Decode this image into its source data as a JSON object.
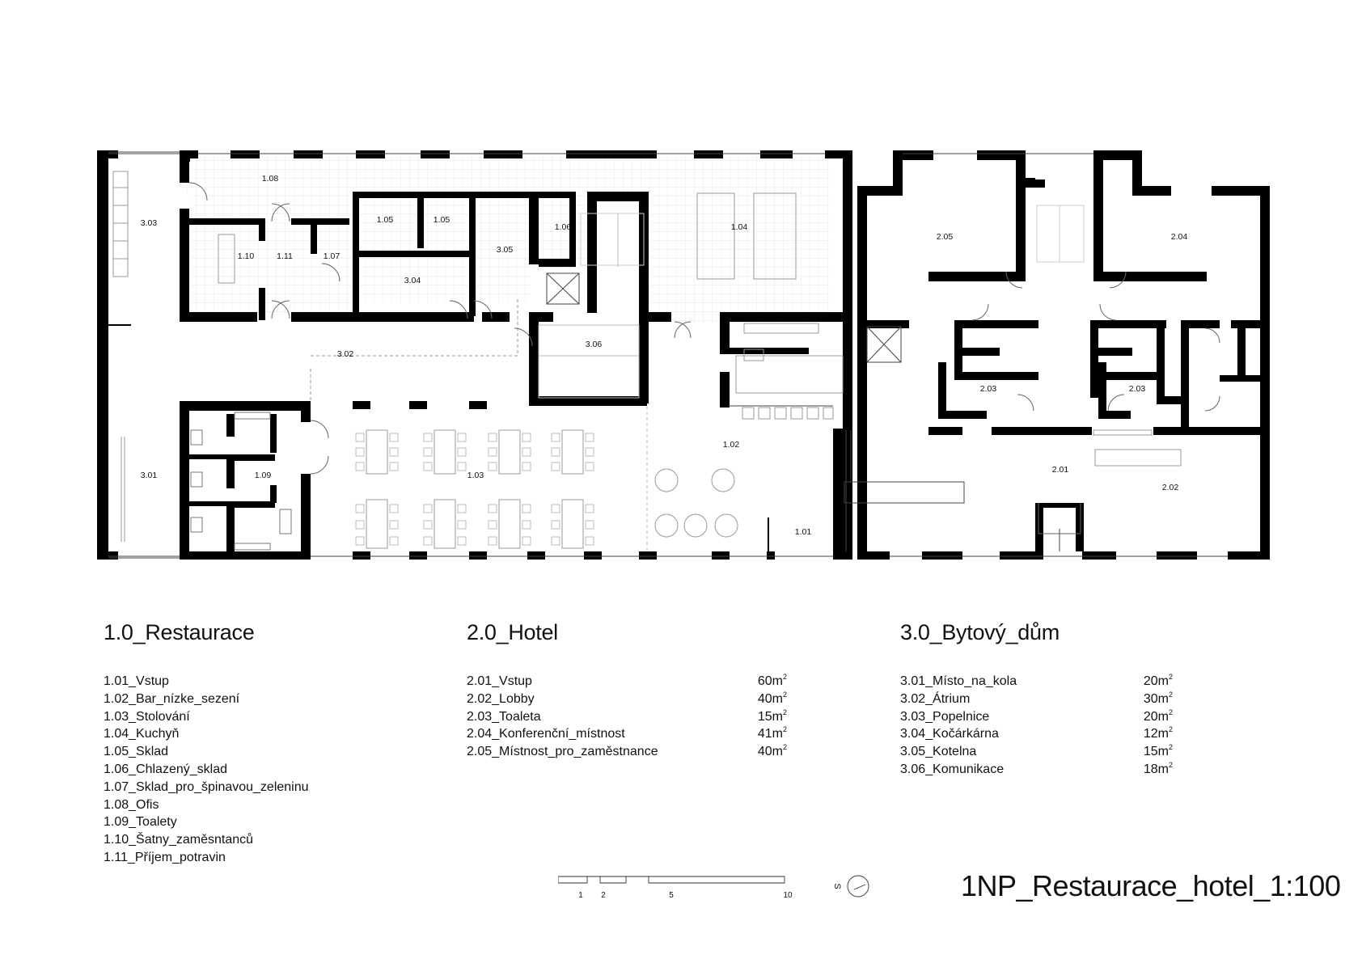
{
  "rooms": {
    "r303": "3.03",
    "r301": "3.01",
    "r302": "3.02",
    "r108": "1.08",
    "r110": "1.10",
    "r111": "1.11",
    "r107": "1.07",
    "r105a": "1.05",
    "r105b": "1.05",
    "r304": "3.04",
    "r305": "3.05",
    "r106": "1.06",
    "r306": "3.06",
    "r104": "1.04",
    "r109": "1.09",
    "r103": "1.03",
    "r102": "1.02",
    "r101": "1.01",
    "r205": "2.05",
    "r204": "2.04",
    "r203a": "2.03",
    "r203b": "2.03",
    "r201": "2.01",
    "r202": "2.02"
  },
  "legend_restaurace": {
    "title": "1.0_Restaurace",
    "items": [
      "1.01_Vstup",
      "1.02_Bar_nízke_sezení",
      "1.03_Stolování",
      "1.04_Kuchyň",
      "1.05_Sklad",
      "1.06_Chlazený_sklad",
      "1.07_Sklad_pro_špinavou_zeleninu",
      "1.08_Ofis",
      "1.09_Toalety",
      "1.10_Šatny_zaměsntanců",
      "1.11_Příjem_potravin"
    ]
  },
  "legend_hotel": {
    "title": "2.0_Hotel",
    "items": [
      {
        "name": "2.01_Vstup",
        "area": "60m",
        "unit": "2"
      },
      {
        "name": "2.02_Lobby",
        "area": "40m",
        "unit": "2"
      },
      {
        "name": "2.03_Toaleta",
        "area": "15m",
        "unit": "2"
      },
      {
        "name": "2.04_Konferenční_místnost",
        "area": "41m",
        "unit": "2"
      },
      {
        "name": "2.05_Místnost_pro_zaměstnance",
        "area": "40m",
        "unit": "2"
      }
    ]
  },
  "legend_bytovy": {
    "title": "3.0_Bytový_dům",
    "items": [
      {
        "name": "3.01_Místo_na_kola",
        "area": "20m",
        "unit": "2"
      },
      {
        "name": "3.02_Átrium",
        "area": "30m",
        "unit": "2"
      },
      {
        "name": "3.03_Popelnice",
        "area": "20m",
        "unit": "2"
      },
      {
        "name": "3.04_Kočárkárna",
        "area": "12m",
        "unit": "2"
      },
      {
        "name": "3.05_Kotelna",
        "area": "15m",
        "unit": "2"
      },
      {
        "name": "3.06_Komunikace",
        "area": "18m",
        "unit": "2"
      }
    ]
  },
  "scale": {
    "ticks": [
      "1",
      "2",
      "5",
      "10"
    ]
  },
  "north_label": "S",
  "sheet_title": "1NP_Restaurace_hotel_1:100"
}
